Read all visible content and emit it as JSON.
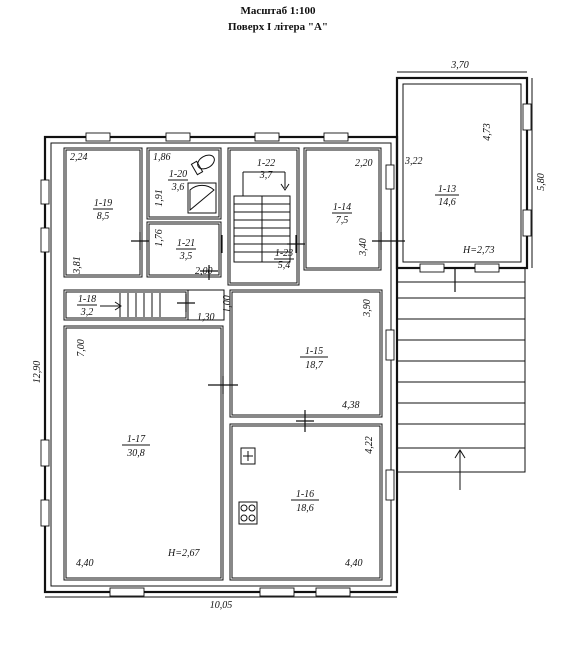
{
  "header": {
    "scale": "Масштаб 1:100",
    "floor": "Поверх I літера \"А\""
  },
  "dimensions": {
    "total_width": "10,05",
    "total_height": "12,90",
    "annex_width": "3,70",
    "annex_height": "5,80",
    "d_2_24": "2,24",
    "d_3_81": "3,81",
    "d_1_86": "1,86",
    "d_1_91": "1,91",
    "d_1_76": "1,76",
    "d_2_00": "2,00",
    "d_1_00": "1,00",
    "d_1_30": "1,30",
    "d_2_20": "2,20",
    "d_3_40": "3,40",
    "d_3_22": "3,22",
    "d_4_73": "4,73",
    "d_3_90": "3,90",
    "d_4_38": "4,38",
    "d_7_00": "7,00",
    "d_4_40_left": "4,40",
    "d_4_40_right": "4,40",
    "d_4_22": "4,22",
    "h_2_73": "H=2,73",
    "h_2_67": "H=2,67"
  },
  "rooms": {
    "r1_19": {
      "id": "1-19",
      "area": "8,5"
    },
    "r1_20": {
      "id": "1-20",
      "area": "3,6"
    },
    "r1_21": {
      "id": "1-21",
      "area": "3,5"
    },
    "r1_22": {
      "id": "1-22",
      "area": "3,7"
    },
    "r1_14": {
      "id": "1-14",
      "area": "7,5"
    },
    "r1_23": {
      "id": "1-23",
      "area": "5,4"
    },
    "r1_13": {
      "id": "1-13",
      "area": "14,6"
    },
    "r1_18": {
      "id": "1-18",
      "area": "3,2"
    },
    "r1_15": {
      "id": "1-15",
      "area": "18,7"
    },
    "r1_17": {
      "id": "1-17",
      "area": "30,8"
    },
    "r1_16": {
      "id": "1-16",
      "area": "18,6"
    }
  }
}
